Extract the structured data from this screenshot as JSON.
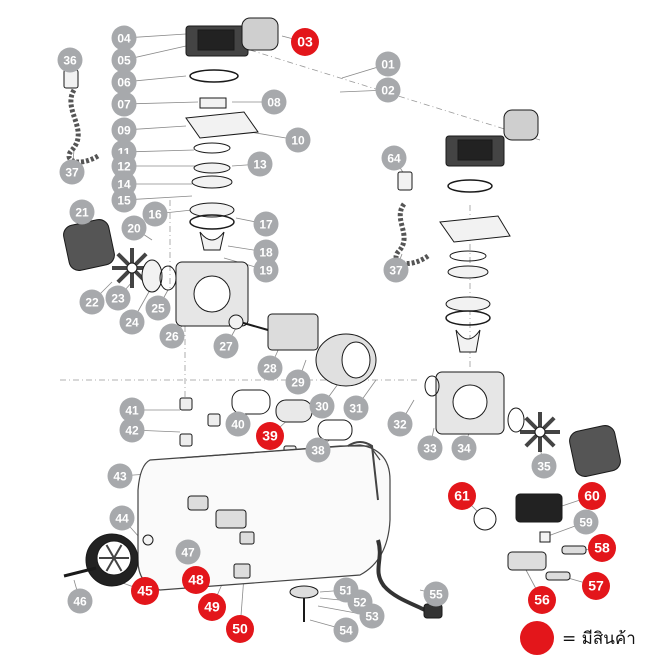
{
  "colors": {
    "callout_gray": "#a7a9ac",
    "callout_red": "#e3161b",
    "callout_text": "#ffffff",
    "line": "#8a8a8a",
    "part_fill": "#f2f2f2",
    "part_stroke": "#1a1a1a"
  },
  "legend": {
    "label": "= มีสินค้า"
  },
  "callouts": [
    {
      "label": "01",
      "available": false
    },
    {
      "label": "02",
      "available": false
    },
    {
      "label": "03",
      "available": true
    },
    {
      "label": "04",
      "available": false
    },
    {
      "label": "05",
      "available": false
    },
    {
      "label": "06",
      "available": false
    },
    {
      "label": "07",
      "available": false
    },
    {
      "label": "08",
      "available": false
    },
    {
      "label": "09",
      "available": false
    },
    {
      "label": "10",
      "available": false
    },
    {
      "label": "11",
      "available": false
    },
    {
      "label": "12",
      "available": false
    },
    {
      "label": "13",
      "available": false
    },
    {
      "label": "14",
      "available": false
    },
    {
      "label": "15",
      "available": false
    },
    {
      "label": "16",
      "available": false
    },
    {
      "label": "17",
      "available": false
    },
    {
      "label": "18",
      "available": false
    },
    {
      "label": "19",
      "available": false
    },
    {
      "label": "20",
      "available": false
    },
    {
      "label": "21",
      "available": false
    },
    {
      "label": "22",
      "available": false
    },
    {
      "label": "23",
      "available": false
    },
    {
      "label": "24",
      "available": false
    },
    {
      "label": "25",
      "available": false
    },
    {
      "label": "26",
      "available": false
    },
    {
      "label": "27",
      "available": false
    },
    {
      "label": "28",
      "available": false
    },
    {
      "label": "29",
      "available": false
    },
    {
      "label": "30",
      "available": false
    },
    {
      "label": "31",
      "available": false
    },
    {
      "label": "32",
      "available": false
    },
    {
      "label": "33",
      "available": false
    },
    {
      "label": "34",
      "available": false
    },
    {
      "label": "35",
      "available": false
    },
    {
      "label": "36",
      "available": false
    },
    {
      "label": "37",
      "available": false
    },
    {
      "label": "37",
      "available": false
    },
    {
      "label": "38",
      "available": false
    },
    {
      "label": "39",
      "available": true
    },
    {
      "label": "40",
      "available": false
    },
    {
      "label": "41",
      "available": false
    },
    {
      "label": "42",
      "available": false
    },
    {
      "label": "43",
      "available": false
    },
    {
      "label": "44",
      "available": false
    },
    {
      "label": "45",
      "available": true
    },
    {
      "label": "46",
      "available": false
    },
    {
      "label": "47",
      "available": false
    },
    {
      "label": "48",
      "available": true
    },
    {
      "label": "49",
      "available": true
    },
    {
      "label": "50",
      "available": true
    },
    {
      "label": "51",
      "available": false
    },
    {
      "label": "52",
      "available": false
    },
    {
      "label": "53",
      "available": false
    },
    {
      "label": "54",
      "available": false
    },
    {
      "label": "55",
      "available": false
    },
    {
      "label": "56",
      "available": true
    },
    {
      "label": "57",
      "available": true
    },
    {
      "label": "58",
      "available": true
    },
    {
      "label": "59",
      "available": false
    },
    {
      "label": "60",
      "available": true
    },
    {
      "label": "61",
      "available": true
    },
    {
      "label": "64",
      "available": false
    }
  ]
}
